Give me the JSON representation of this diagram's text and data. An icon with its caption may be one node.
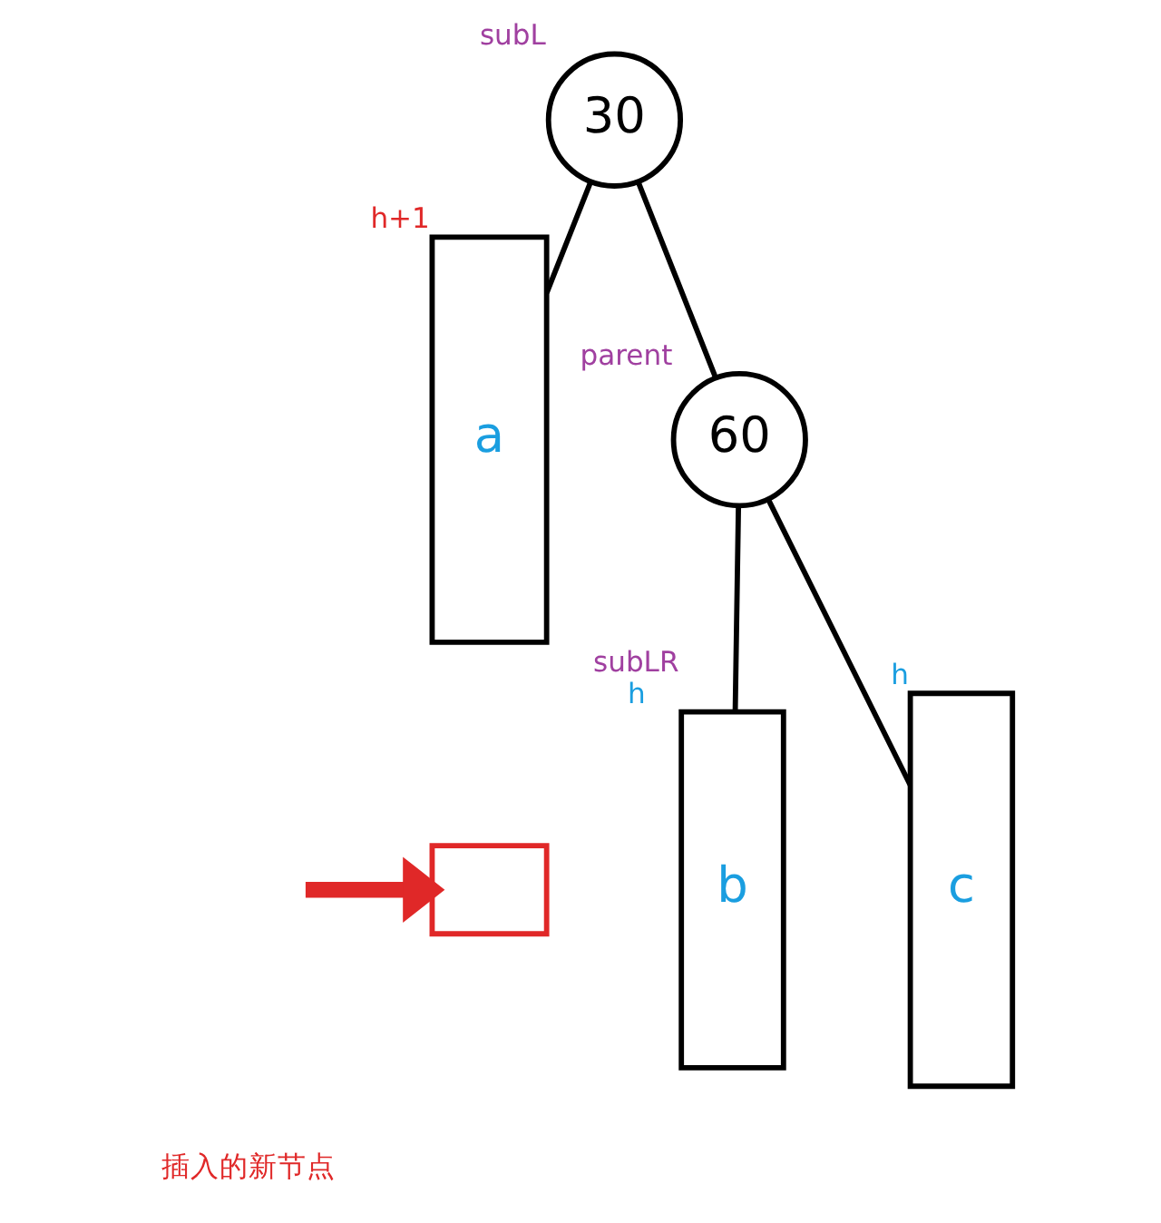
{
  "diagram": {
    "nodes": [
      {
        "text": [
          "30"
        ],
        "beside": [
          "subL"
        ]
      },
      {
        "text": [
          "60"
        ],
        "beside": [
          "parent"
        ]
      },
      {
        "text": [
          "a"
        ],
        "beside": [
          "h+1"
        ]
      },
      {
        "text": [
          "b"
        ],
        "beside": [
          "subLR",
          "h"
        ]
      },
      {
        "text": [
          "c"
        ],
        "beside": [
          "h"
        ]
      },
      {
        "text": [],
        "shape": "box"
      }
    ],
    "edges": [
      {
        "from": 0,
        "to": 2,
        "arrow": "none"
      },
      {
        "from": 0,
        "to": 1,
        "arrow": "none"
      },
      {
        "from": 1,
        "to": 3,
        "arrow": "none"
      },
      {
        "from": 1,
        "to": 4,
        "arrow": "none"
      },
      {
        "from": null,
        "to": 5,
        "arrow": "to",
        "style": "thick",
        "color": "#e02828"
      }
    ],
    "labels": [
      "插入的新节点"
    ]
  }
}
